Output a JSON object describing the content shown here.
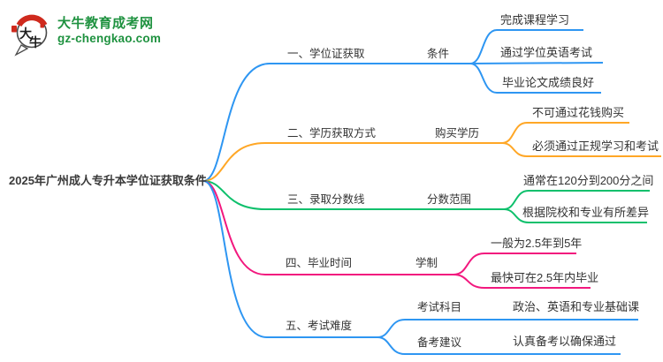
{
  "logo": {
    "mark_chars": [
      "大",
      "牛"
    ],
    "site_name": "大牛教育成考网",
    "site_url": "gz-chengkao.com",
    "brand_green": "#1f9240",
    "brand_red": "#cf2a1d"
  },
  "root": {
    "title": "2025年广州成人专升本学位证获取条件"
  },
  "branches": [
    {
      "title": "一、学位证获取",
      "subtopic": "条件",
      "color": "#2e96f2",
      "leaves": [
        "完成课程学习",
        "通过学位英语考试",
        "毕业论文成绩良好"
      ]
    },
    {
      "title": "二、学历获取方式",
      "subtopic": "购买学历",
      "color": "#ffa726",
      "leaves": [
        "不可通过花钱购买",
        "必须通过正规学习和考试"
      ]
    },
    {
      "title": "三、录取分数线",
      "subtopic": "分数范围",
      "color": "#0ec06c",
      "leaves": [
        "通常在120分到200分之间",
        "根据院校和专业有所差异"
      ]
    },
    {
      "title": "四、毕业时间",
      "subtopic": "学制",
      "color": "#f2187e",
      "leaves": [
        "一般为2.5年到5年",
        "最快可在2.5年内毕业"
      ]
    },
    {
      "title": "五、考试难度",
      "color": "#2e96f2",
      "subtopics": [
        {
          "label": "考试科目",
          "leaf": "政治、英语和专业基础课"
        },
        {
          "label": "备考建议",
          "leaf": "认真备考以确保通过"
        }
      ]
    }
  ]
}
